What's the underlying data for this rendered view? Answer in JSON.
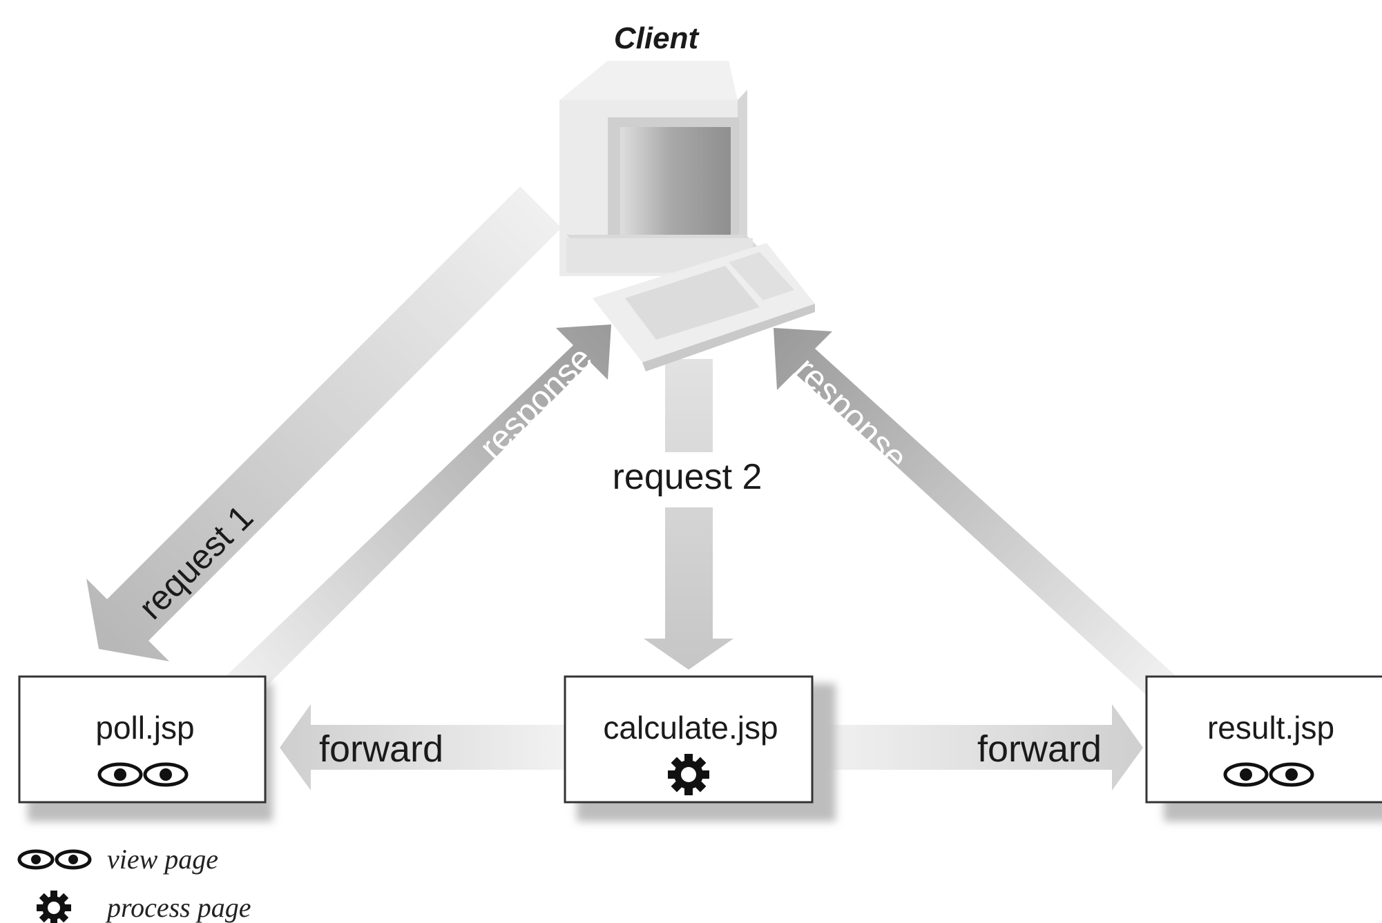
{
  "client": {
    "label": "Client"
  },
  "arrows": {
    "request1": "request 1",
    "response_left": "response",
    "request2": "request 2",
    "response_right": "response",
    "forward_left": "forward",
    "forward_right": "forward"
  },
  "nodes": {
    "poll": {
      "label": "poll.jsp",
      "kind": "view-page"
    },
    "calculate": {
      "label": "calculate.jsp",
      "kind": "process-page"
    },
    "result": {
      "label": "result.jsp",
      "kind": "view-page"
    }
  },
  "legend": {
    "view_page": "view page",
    "process_page": "process page"
  },
  "colors": {
    "arrow_dark": "#9e9e9e",
    "arrow_light": "#ececec",
    "box_border": "#333333"
  }
}
